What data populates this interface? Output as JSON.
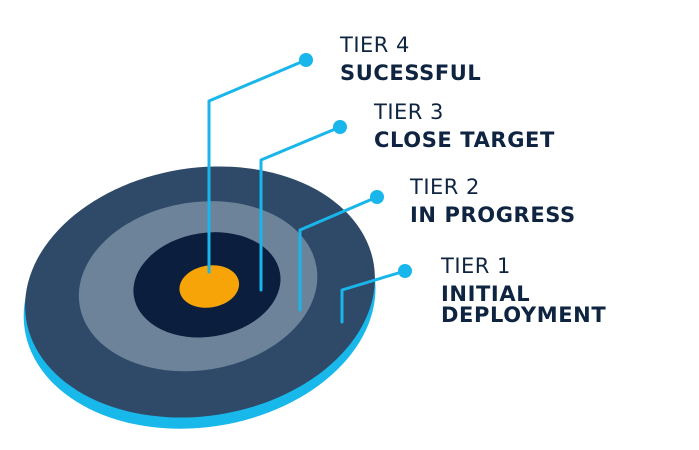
{
  "colors": {
    "background": "#ffffff",
    "outer_ring": "#2e4a68",
    "rim": "#19b8ea",
    "middle_ring": "#6c8399",
    "inner_ring": "#0c1e3d",
    "bullseye": "#f6a407",
    "leader_line": "#18b6ea",
    "text": "#0e2440"
  },
  "tiers": [
    {
      "label": "TIER 4",
      "name": "SUCESSFUL"
    },
    {
      "label": "TIER 3",
      "name": "CLOSE TARGET"
    },
    {
      "label": "TIER 2",
      "name": "IN PROGRESS"
    },
    {
      "label": "TIER 1",
      "name": "INITIAL DEPLOYMENT"
    }
  ]
}
